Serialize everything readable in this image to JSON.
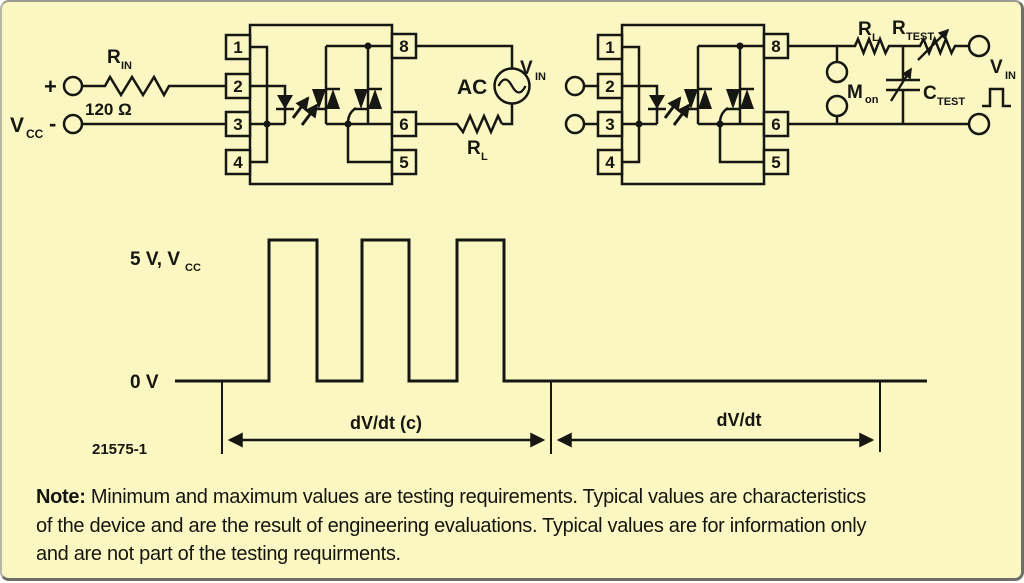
{
  "colors": {
    "background": "#FBF7C2",
    "line": "#161612",
    "frame": "#8e8e84"
  },
  "ic_pins": {
    "left": [
      "1",
      "2",
      "3",
      "4"
    ],
    "right": [
      "8",
      "6",
      "5"
    ]
  },
  "left_circuit": {
    "plus": "+",
    "minus": "-",
    "vcc": {
      "main": "V",
      "sub": "CC"
    },
    "rin": {
      "main": "R",
      "sub": "IN"
    },
    "resistor_value": "120 Ω",
    "ac": "AC",
    "vin": {
      "main": "V",
      "sub": "IN"
    },
    "rl": {
      "main": "R",
      "sub": "L"
    }
  },
  "right_circuit": {
    "rl": {
      "main": "R",
      "sub": "L"
    },
    "rtest": {
      "main": "R",
      "sub": "TEST"
    },
    "mon": {
      "main": "M",
      "sub": "on"
    },
    "ctest": {
      "main": "C",
      "sub": "TEST"
    },
    "vin": {
      "main": "V",
      "sub": "IN"
    }
  },
  "waveform": {
    "high_level": {
      "main": "5 V, V",
      "sub": "CC"
    },
    "low_level": "0 V",
    "interval_left": "dV/dt (c)",
    "interval_right": "dV/dt",
    "figure_number": "21575-1",
    "pulse_count": 3,
    "levels_volts": [
      0,
      5
    ]
  },
  "note": {
    "prefix": "Note:",
    "lines": [
      " Minimum and maximum values are testing requirements. Typical values are characteristics",
      "of the device and are the result of engineering evaluations. Typical values are for information only",
      "and are not part of the testing requirments."
    ]
  }
}
